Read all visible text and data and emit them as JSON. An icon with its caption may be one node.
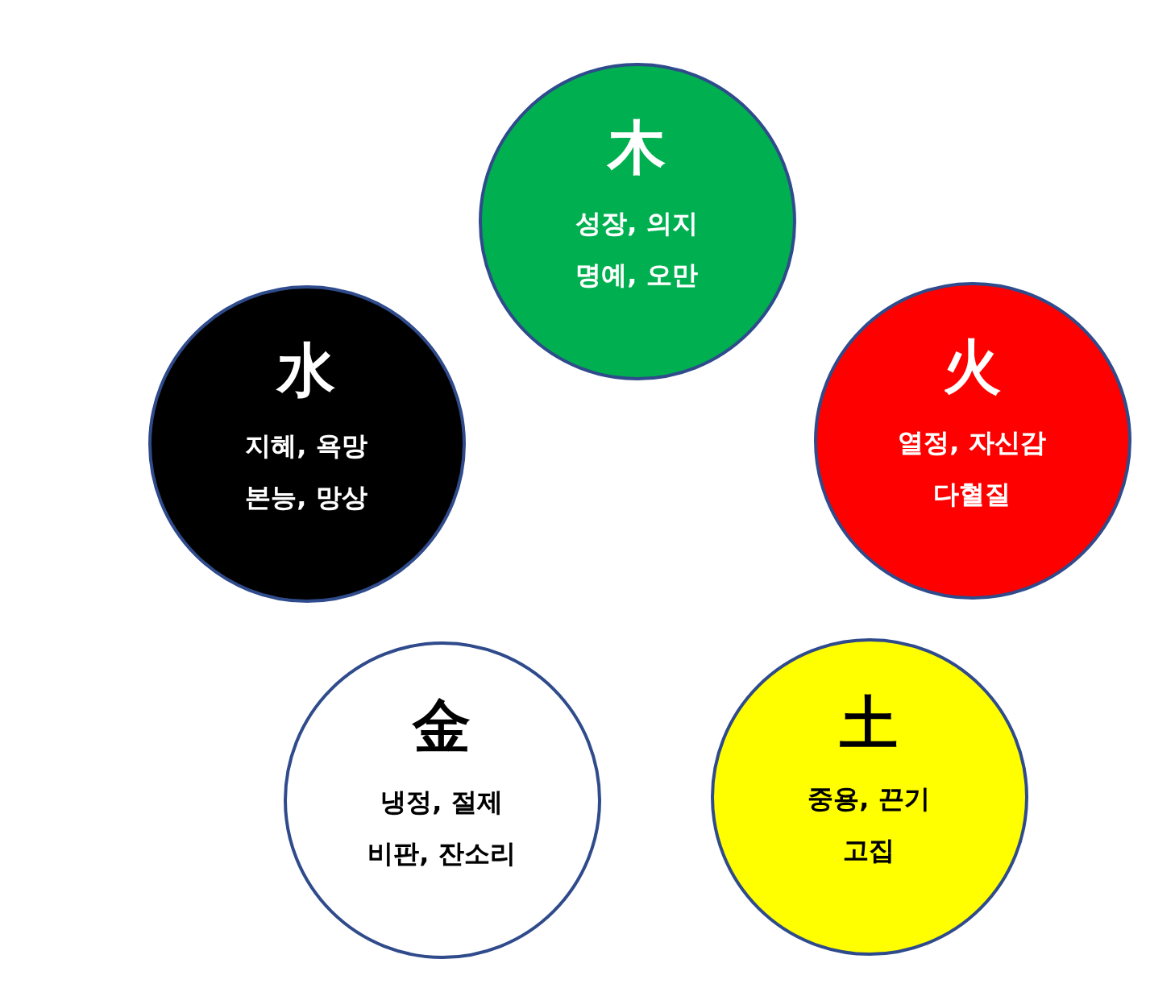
{
  "diagram": {
    "nodes": [
      {
        "text": [
          "木",
          "성장, 의지",
          "명예, 오만"
        ]
      },
      {
        "text": [
          "水",
          "지혜, 욕망",
          "본능, 망상"
        ]
      },
      {
        "text": [
          "火",
          "열정, 자신감",
          "다혈질"
        ]
      },
      {
        "text": [
          "金",
          "냉정, 절제",
          "비판, 잔소리"
        ]
      },
      {
        "text": [
          "土",
          "중용, 끈기",
          "고집"
        ]
      }
    ]
  }
}
